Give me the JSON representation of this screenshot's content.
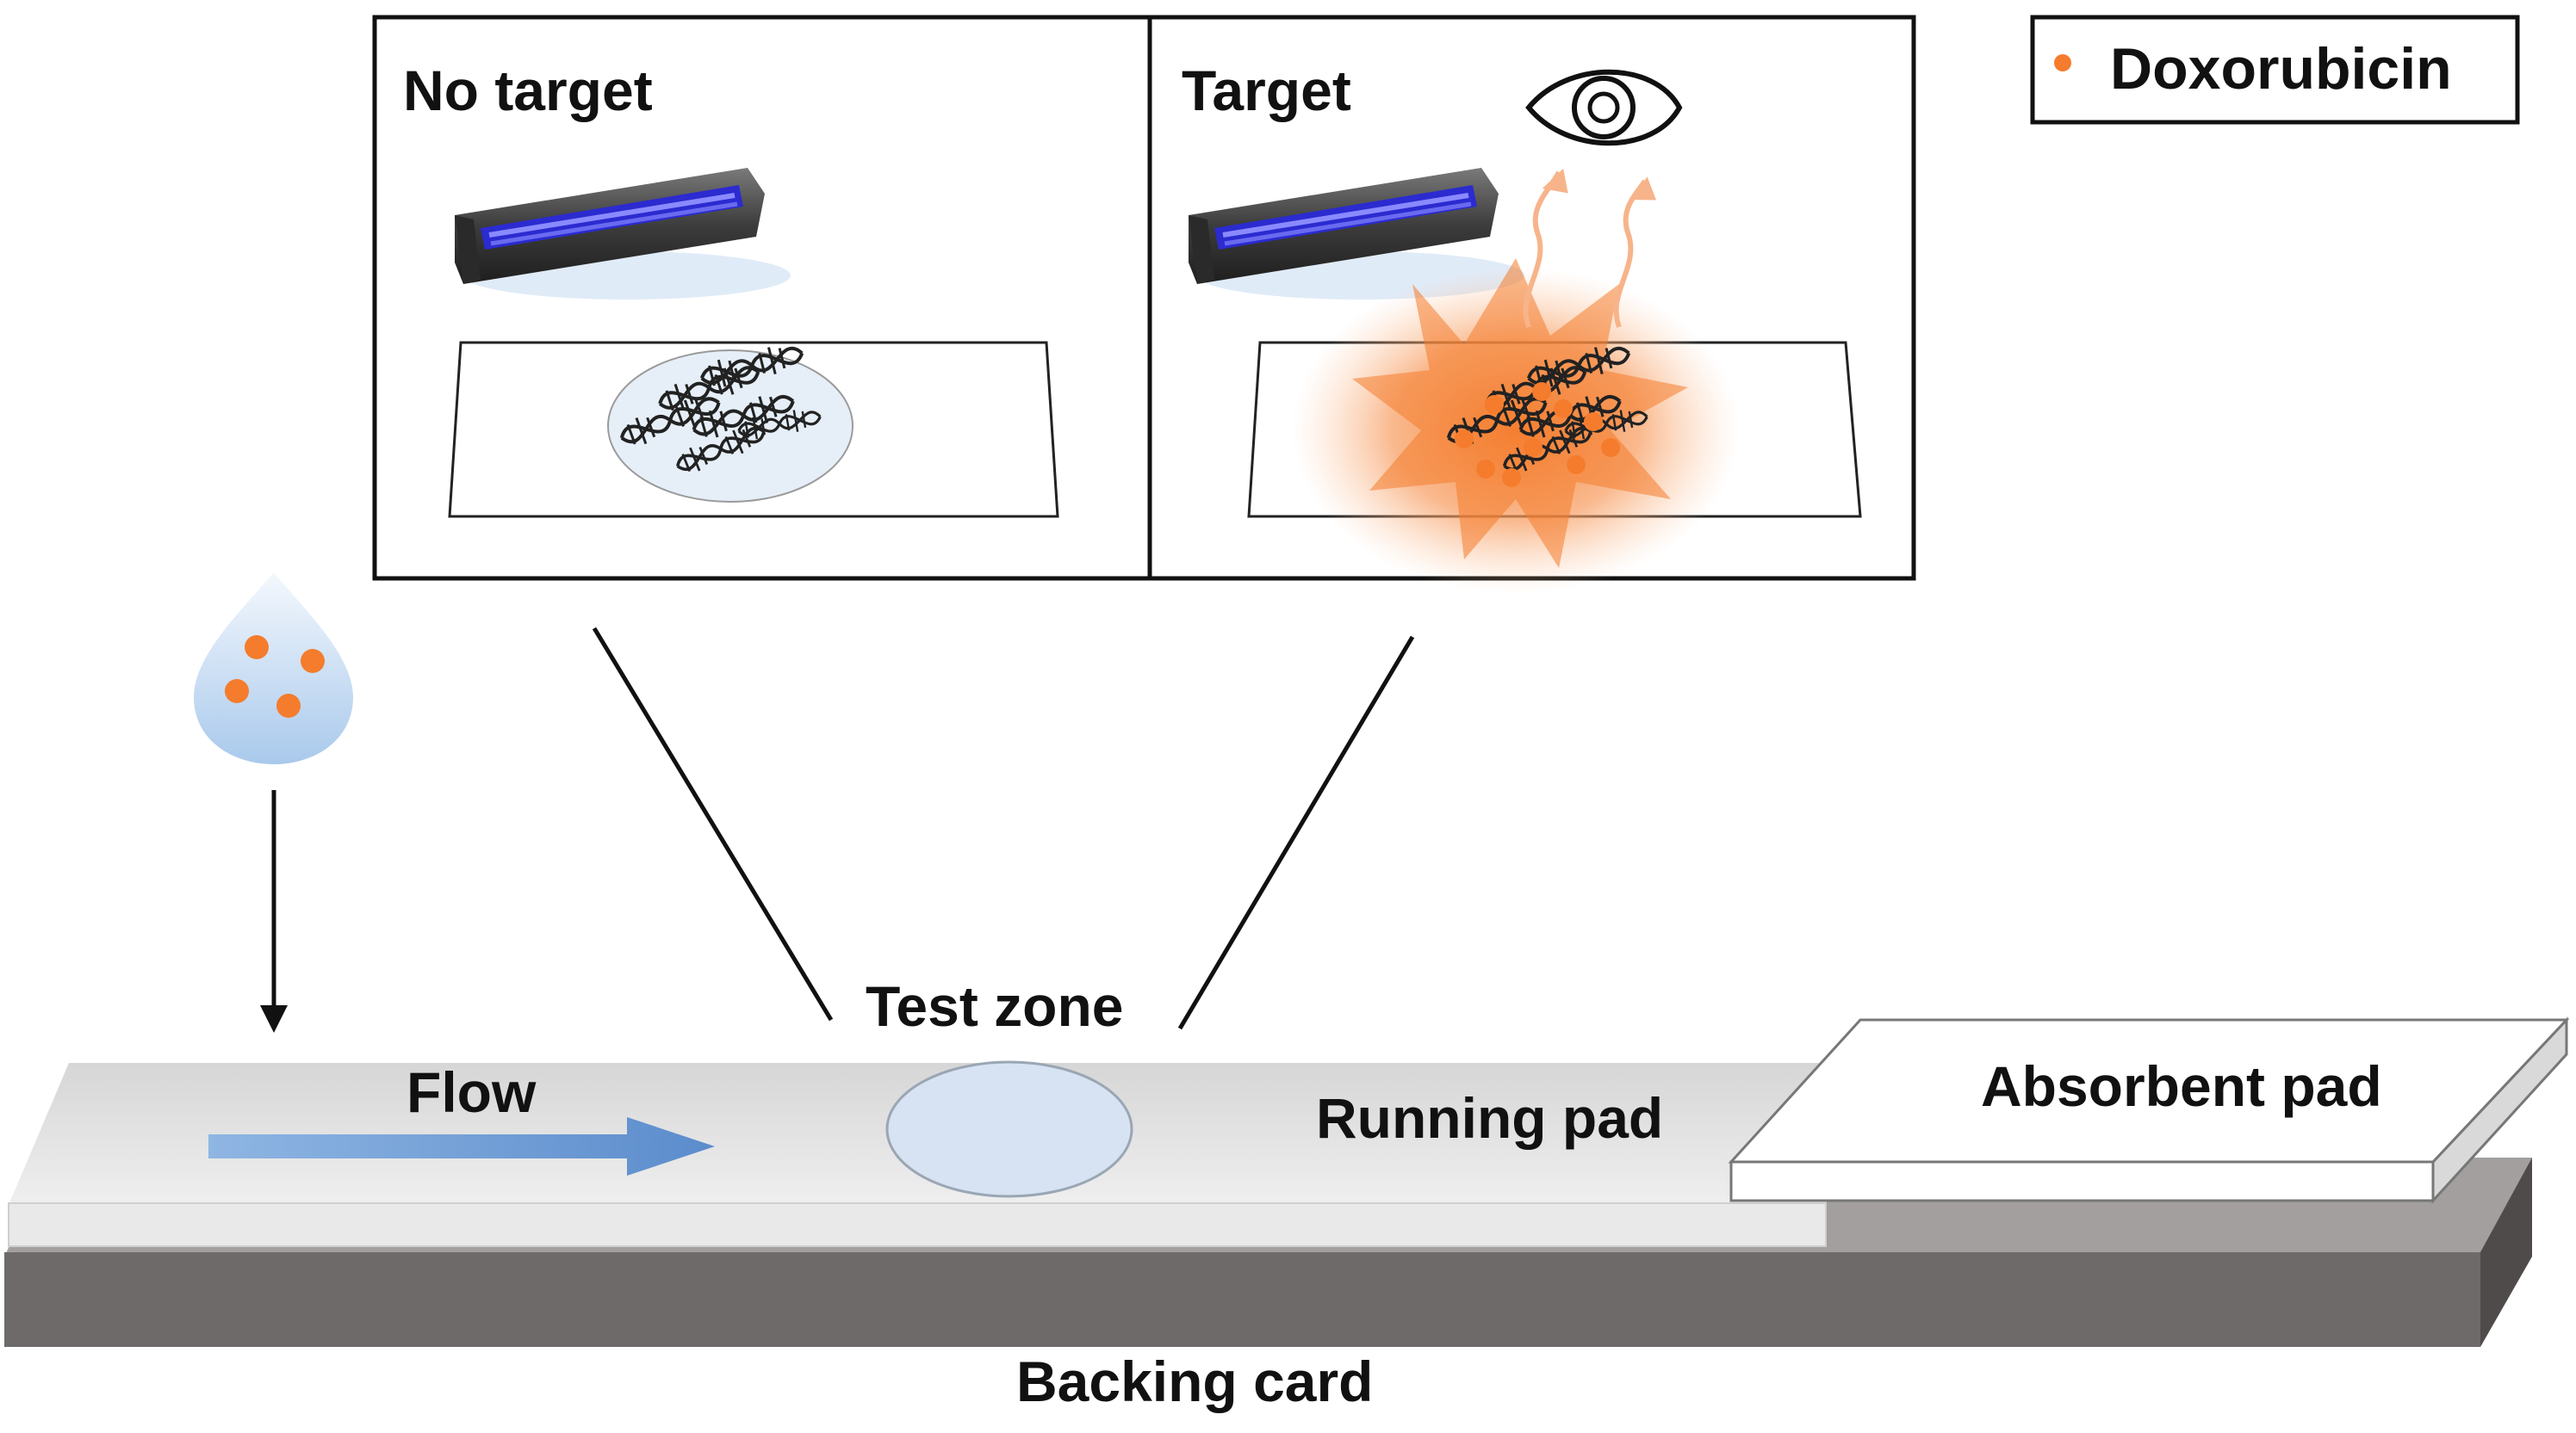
{
  "panels": {
    "left": {
      "label": "No target"
    },
    "right": {
      "label": "Target"
    }
  },
  "legend": {
    "label": "Doxorubicin",
    "dot_color": "#f47c2c"
  },
  "strip": {
    "flow_label": "Flow",
    "test_zone_label": "Test zone",
    "running_pad_label": "Running pad",
    "absorbent_pad_label": "Absorbent pad",
    "backing_card_label": "Backing card"
  },
  "colors": {
    "doxorubicin": "#f47c2c",
    "uv_blue": "#3a3ad6",
    "flow_arrow": "#6f9fd8",
    "backing_card": "#6e6a6a",
    "running_pad": "#dcdcdc"
  }
}
